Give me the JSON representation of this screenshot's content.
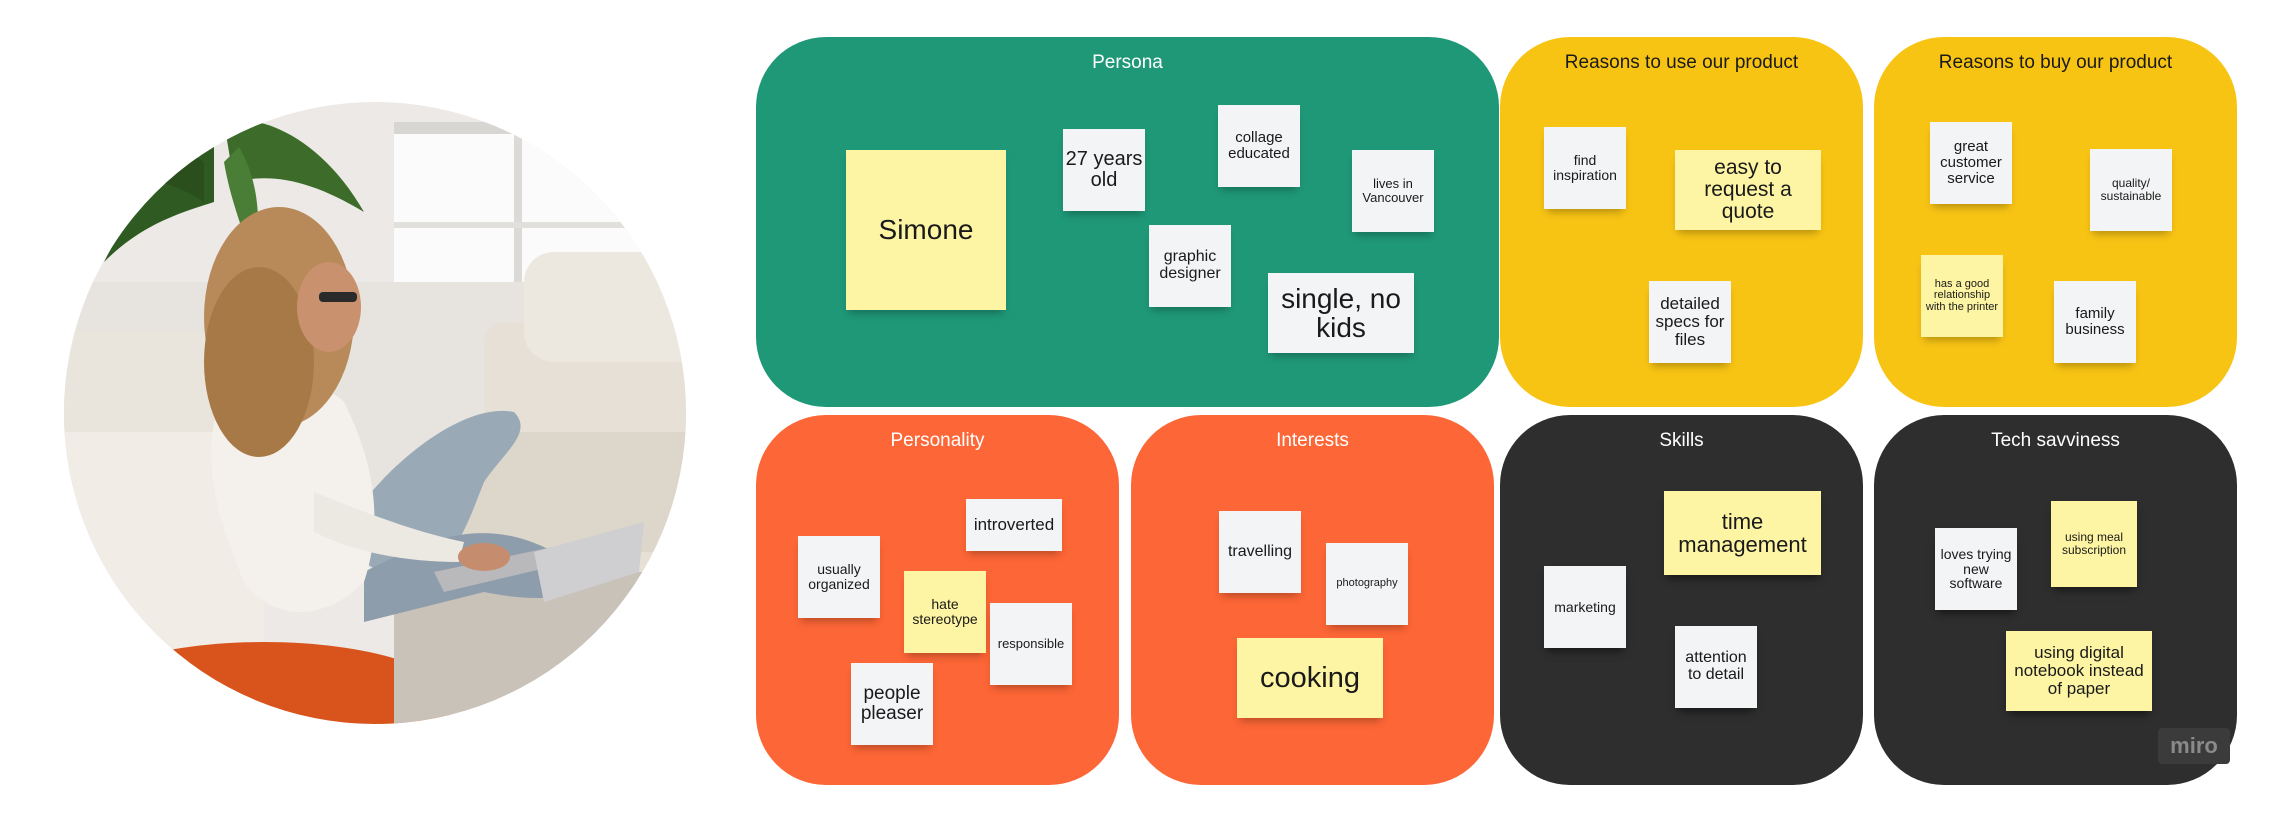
{
  "board": {
    "panels": [
      {
        "title": "Persona",
        "notes": [
          "Simone",
          "27 years old",
          "collage educated",
          "lives in Vancouver",
          "graphic designer",
          "single, no kids"
        ]
      },
      {
        "title": "Reasons to use our product",
        "notes": [
          "find inspiration",
          "easy to request a quote",
          "detailed specs for files"
        ]
      },
      {
        "title": "Reasons to buy our product",
        "notes": [
          "great customer service",
          "quality/ sustainable",
          "has a good relationship with the printer",
          "family business"
        ]
      },
      {
        "title": "Personality",
        "notes": [
          "introverted",
          "usually organized",
          "hate stereotype",
          "responsible",
          "people pleaser"
        ]
      },
      {
        "title": "Interests",
        "notes": [
          "travelling",
          "photography",
          "cooking"
        ]
      },
      {
        "title": "Skills",
        "notes": [
          "time management",
          "marketing",
          "attention to detail"
        ]
      },
      {
        "title": "Tech savviness",
        "notes": [
          "loves trying new software",
          "using meal subscription",
          "using digital notebook instead of paper"
        ]
      }
    ],
    "watermark": "miro"
  },
  "colors": {
    "green": "#1f9878",
    "yellow": "#f8c414",
    "orange": "#fd6636",
    "dark": "#2e2e2e",
    "sticky_yellow": "#fdf5a3",
    "sticky_white": "#f3f4f5"
  }
}
